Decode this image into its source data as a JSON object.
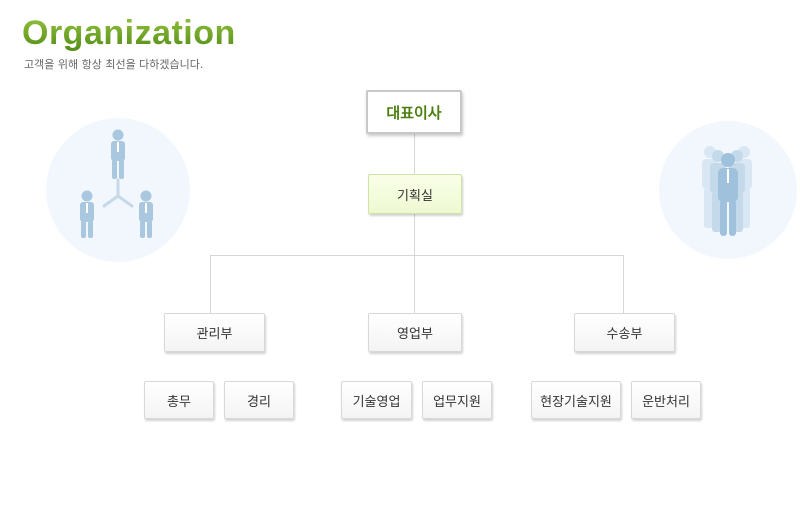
{
  "header": {
    "title": "Organization",
    "subtitle": "고객을 위해 항상 최선을 다하겠습니다."
  },
  "org": {
    "ceo": "대표이사",
    "planning": "기획실",
    "departments": [
      {
        "name": "관리부",
        "teams": [
          "총무",
          "경리"
        ]
      },
      {
        "name": "영업부",
        "teams": [
          "기술영업",
          "업무지원"
        ]
      },
      {
        "name": "수송부",
        "teams": [
          "현장기술지원",
          "운반처리"
        ]
      }
    ]
  },
  "decorations": {
    "left": "team-hierarchy-illustration",
    "right": "group-of-people-illustration"
  }
}
